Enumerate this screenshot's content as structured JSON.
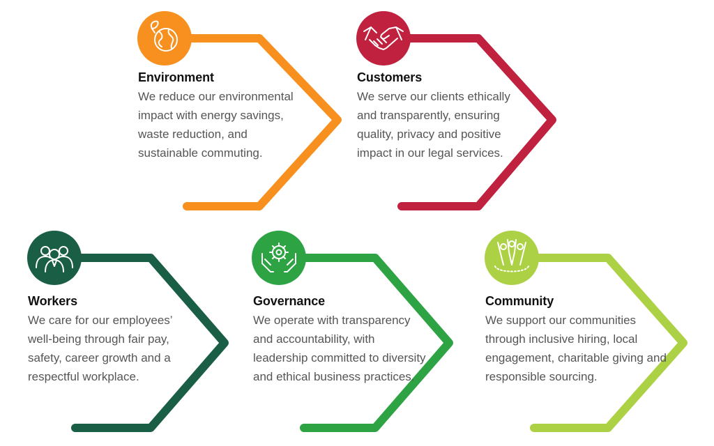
{
  "pillars": [
    {
      "key": "environment",
      "title": "Environment",
      "description": "We reduce our environmental impact with energy savings, waste reduction, and sustainable commuting.",
      "color": "#F7901E",
      "icon": "globe-leaf-icon"
    },
    {
      "key": "customers",
      "title": "Customers",
      "description": "We serve our clients ethically and transparently, ensuring quality, privacy and positive impact in our legal services.",
      "color": "#C0213F",
      "icon": "handshake-icon"
    },
    {
      "key": "workers",
      "title": "Workers",
      "description": "We care for our employees’ well-being through fair pay, safety, career growth and a respectful workplace.",
      "color": "#1A5E45",
      "icon": "people-group-icon"
    },
    {
      "key": "governance",
      "title": "Governance",
      "description": "We operate with transparency and accountability, with leadership committed to diversity and ethical business practices.",
      "color": "#2EA343",
      "icon": "hands-gear-icon"
    },
    {
      "key": "community",
      "title": "Community",
      "description": "We support our communities through inclusive hiring, local engagement, charitable giving and responsible sourcing.",
      "color": "#ACD145",
      "icon": "community-hands-icon"
    }
  ]
}
